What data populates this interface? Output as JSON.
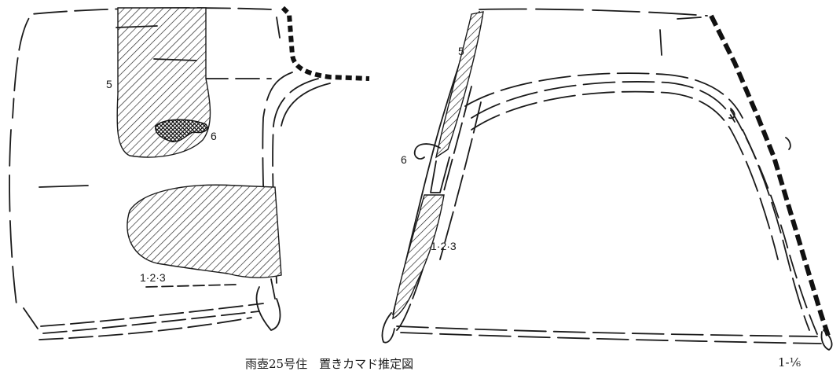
{
  "figure": {
    "caption": "雨壺25号住　置きカマド推定図",
    "scale": "1-⅙",
    "left_view": {
      "labels": [
        "5",
        "6",
        "1·2·3"
      ]
    },
    "right_view": {
      "labels": [
        "5",
        "6",
        "1·2·3"
      ]
    }
  }
}
